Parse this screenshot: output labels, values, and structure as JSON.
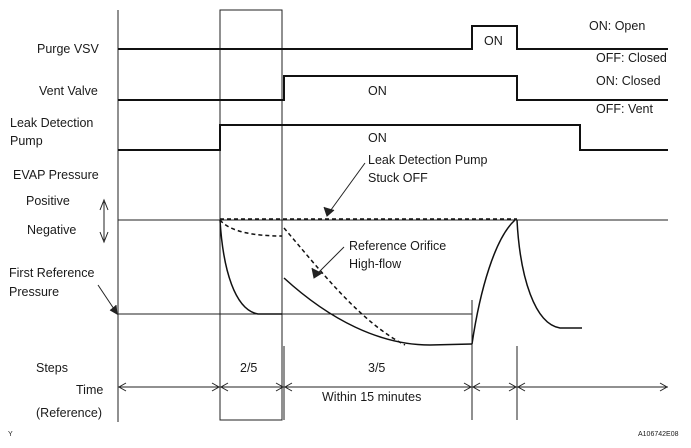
{
  "signals": {
    "purge_vsv": "Purge VSV",
    "vent_valve": "Vent Valve",
    "leak_pump_line1": "Leak Detection",
    "leak_pump_line2": "Pump",
    "evap_pressure": "EVAP Pressure",
    "positive": "Positive",
    "negative": "Negative",
    "first_ref_line1": "First Reference",
    "first_ref_line2": "Pressure"
  },
  "states": {
    "purge_on": "ON: Open",
    "purge_off": "OFF: Closed",
    "vent_on": "ON: Closed",
    "vent_off": "OFF: Vent"
  },
  "pulses": {
    "purge": "ON",
    "vent": "ON",
    "pump": "ON"
  },
  "annotations": {
    "stuck_off_line1": "Leak Detection Pump",
    "stuck_off_line2": "Stuck OFF",
    "orifice_line1": "Reference Orifice",
    "orifice_line2": "High-flow"
  },
  "footer": {
    "steps": "Steps",
    "time": "Time",
    "reference": "(Reference)",
    "step_2": "2/5",
    "step_3": "3/5",
    "within": "Within 15 minutes",
    "corner_y": "Y",
    "figure_code": "A106742E08"
  }
}
